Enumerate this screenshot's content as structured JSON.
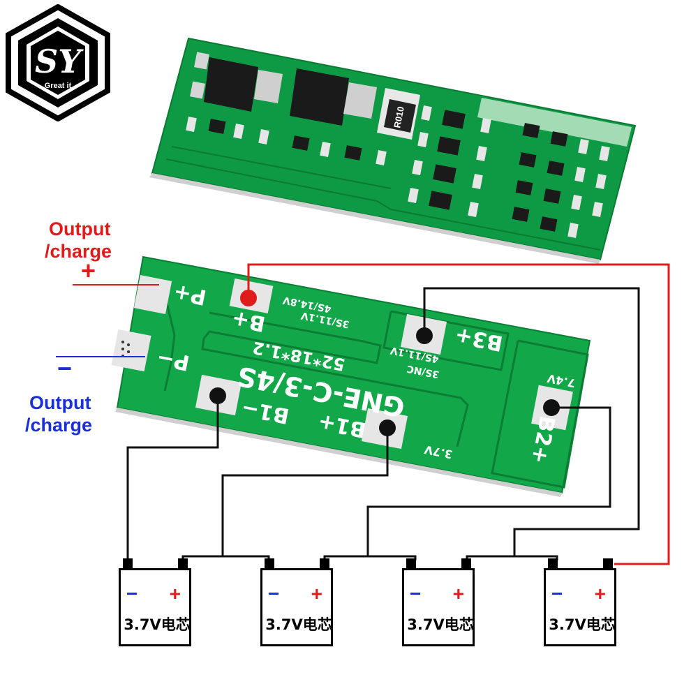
{
  "logo": {
    "letters": "SY",
    "tagline": "Great it"
  },
  "labels": {
    "output_plus_title": "Output",
    "output_plus_sub": "/charge",
    "plus_sign": "+",
    "minus_sign": "−",
    "output_minus_title": "Output",
    "output_minus_sub": "/charge"
  },
  "top_board": {
    "resistor_marking": "R010"
  },
  "board": {
    "p_plus": "P+",
    "p_minus": "P−",
    "b_plus": "B+",
    "b3_plus": "B3+",
    "b2_plus": "B2+",
    "b1_minus": "B1−",
    "b1_plus": "B1+",
    "model": "GNE-C-3/4S",
    "size": "52*18*1.2",
    "v_3s": "3S/11.1V",
    "v_4s": "4S/14.8V",
    "v_4s_b3": "4S/11.1V",
    "v_3s_nc": "3S/NC",
    "v_b2": "7.4V",
    "v_b1": "3.7V"
  },
  "batteries": [
    {
      "minus": "−",
      "plus": "+",
      "label": "3.7V电芯"
    },
    {
      "minus": "−",
      "plus": "+",
      "label": "3.7V电芯"
    },
    {
      "minus": "−",
      "plus": "+",
      "label": "3.7V电芯"
    },
    {
      "minus": "−",
      "plus": "+",
      "label": "3.7V电芯"
    }
  ],
  "colors": {
    "pcb_green": "#12a84a",
    "pcb_dark": "#0b7d34",
    "pad_silver": "#e6e6e6",
    "wire_black": "#111111",
    "wire_red": "#e01b1b",
    "label_red": "#e01b1b",
    "label_blue": "#1b2fd6"
  }
}
